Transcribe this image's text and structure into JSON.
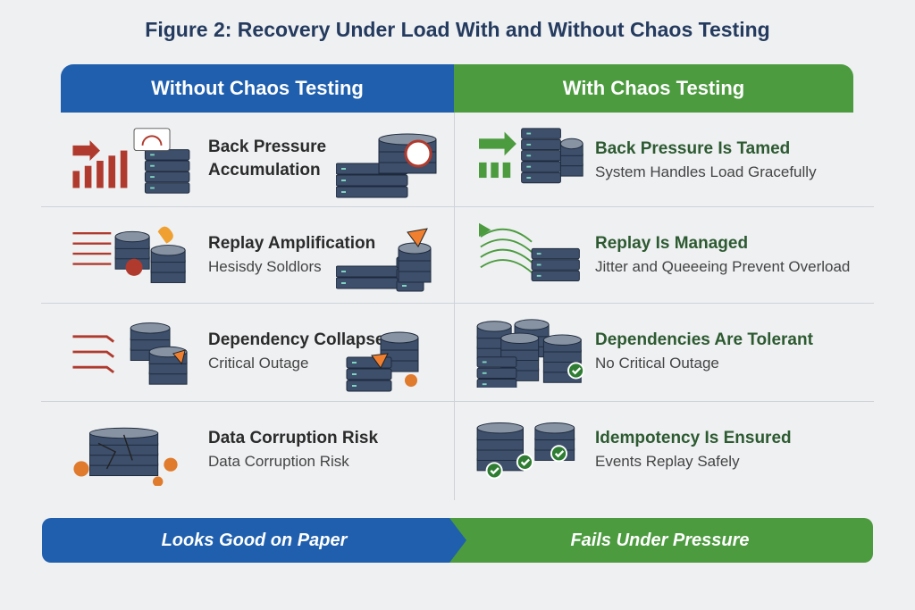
{
  "title": "Figure 2: Recovery Under Load With and Without Chaos Testing",
  "headers": {
    "left": "Without Chaos Testing",
    "right": "With Chaos Testing"
  },
  "rows": [
    {
      "left": {
        "title": "Back Pressure",
        "subtitle": "Accumulation",
        "icon": "overloaded-server-icon"
      },
      "right": {
        "title": "Back Pressure Is Tamed",
        "subtitle": "System Handles Load Gracefully",
        "icon": "balanced-server-icon"
      }
    },
    {
      "left": {
        "title": "Replay Amplification",
        "subtitle": "Hesisdy Soldlors",
        "icon": "burning-database-icon"
      },
      "right": {
        "title": "Replay Is Managed",
        "subtitle": "Jitter and Queeeing Prevent Overload",
        "icon": "queued-server-icon"
      }
    },
    {
      "left": {
        "title": "Dependency Collapse",
        "subtitle": "Critical Outage",
        "icon": "collapsing-database-icon"
      },
      "right": {
        "title": "Dependencies Are Tolerant",
        "subtitle": "No Critical Outage",
        "icon": "healthy-databases-icon"
      }
    },
    {
      "left": {
        "title": "Data Corruption Risk",
        "subtitle": "Data Corruption Risk",
        "icon": "cracked-database-icon"
      },
      "right": {
        "title": "Idempotency Is Ensured",
        "subtitle": "Events Replay Safely",
        "icon": "verified-databases-icon"
      }
    }
  ],
  "footer": {
    "left": "Looks Good on Paper",
    "right": "Fails Under Pressure"
  },
  "colors": {
    "blue": "#1f5fae",
    "green": "#4c9b3f",
    "red": "#b03a2e",
    "server": "#3d4f6b"
  }
}
